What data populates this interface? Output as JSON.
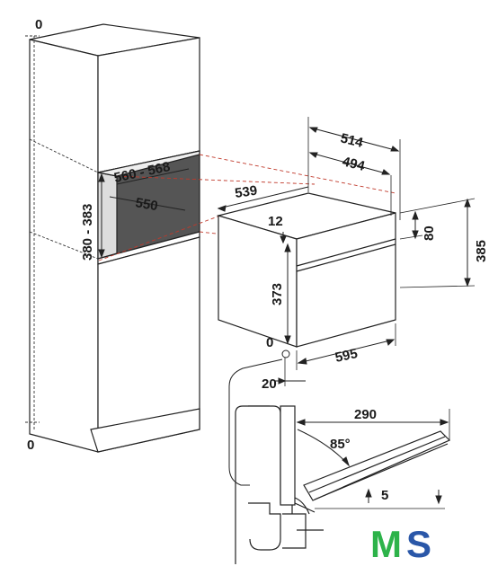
{
  "cabinet": {
    "dim_top_gap": "0",
    "dim_bottom_gap": "0",
    "dim_niche_width": "560 - 568",
    "dim_niche_depth": "550",
    "dim_niche_height": "380 - 383"
  },
  "appliance": {
    "dim_depth_total": "539",
    "dim_depth_outer": "514",
    "dim_depth_inner": "494",
    "dim_top_clearance": "12",
    "dim_control_height": "80",
    "dim_total_height": "385",
    "dim_body_height": "373",
    "dim_bottom_zero": "0",
    "dim_width": "595",
    "dim_side_gap": "20"
  },
  "detail": {
    "dim_door_reach": "290",
    "dim_door_angle": "85°",
    "dim_door_gap": "5"
  },
  "logo": {
    "letter_m": "M",
    "letter_s": "S",
    "color_m": "#2db34a",
    "color_s": "#2a57a8"
  }
}
